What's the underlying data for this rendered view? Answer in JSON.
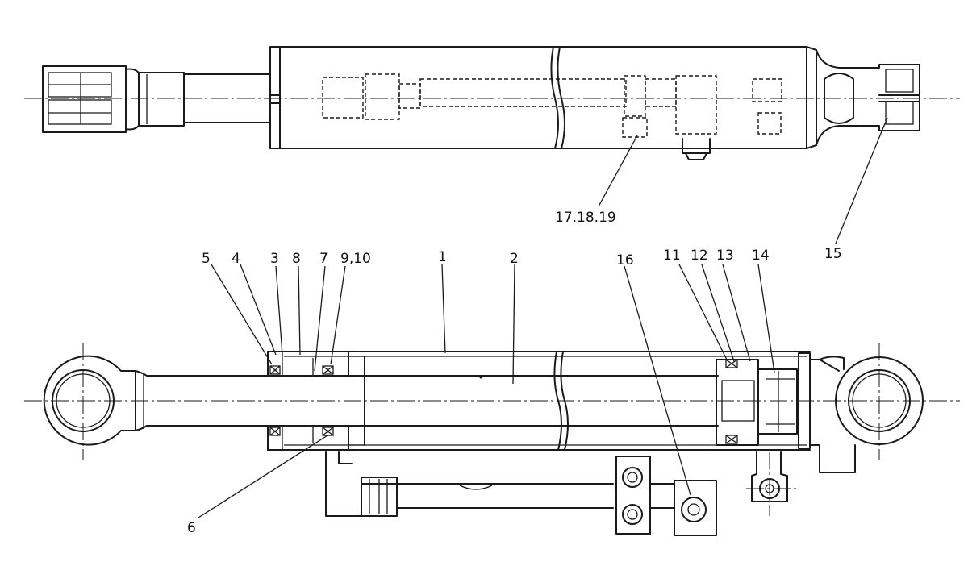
{
  "labels": {
    "top_assembly_ref": "17.18.19",
    "top_right_ref": "15",
    "l1": "1",
    "l2": "2",
    "l3": "3",
    "l4": "4",
    "l5": "5",
    "l6": "6",
    "l7": "7",
    "l8": "8",
    "l9_10": "9,10",
    "l11": "11",
    "l12": "12",
    "l13": "13",
    "l14": "14",
    "l16": "16"
  }
}
